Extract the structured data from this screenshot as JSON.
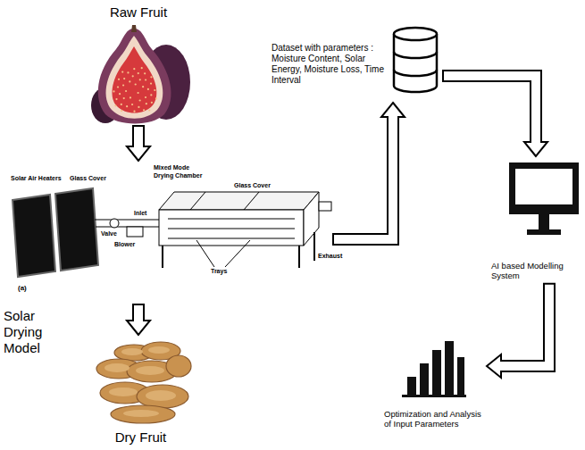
{
  "diagram": {
    "nodes": [
      {
        "text": [
          "Raw Fruit"
        ]
      },
      {
        "text": [
          "Solar Drying Model"
        ]
      },
      {
        "text": [
          "Dry Fruit"
        ]
      },
      {
        "text": [
          "Dataset with parameters : Moisture Content, Solar Energy, Moisture Loss, Time Interval"
        ]
      },
      {
        "text": [
          "AI based Modelling System"
        ]
      },
      {
        "text": [
          "Optimization and Analysis of Input Parameters"
        ]
      }
    ],
    "edges": [
      {
        "from": 0,
        "to": 1,
        "arrow": "to"
      },
      {
        "from": 1,
        "to": 2,
        "arrow": "to"
      },
      {
        "from": 1,
        "to": 3,
        "arrow": "to"
      },
      {
        "from": 3,
        "to": 4,
        "arrow": "to"
      },
      {
        "from": 4,
        "to": 5,
        "arrow": "to"
      }
    ],
    "labels": [
      "Solar Air Heaters",
      "Glass Cover",
      "Inlet",
      "Valve",
      "Blower",
      "Mixed Mode Drying Chamber",
      "Glass Cover",
      "Trays",
      "Exhaust",
      "(a)"
    ]
  }
}
